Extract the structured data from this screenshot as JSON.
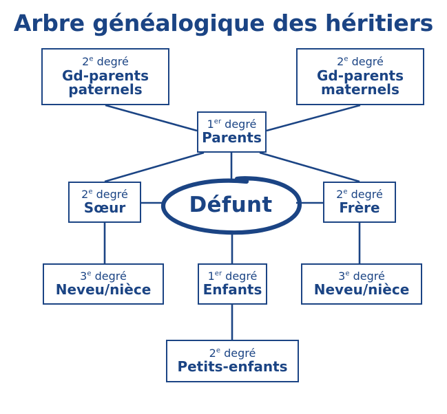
{
  "title": "Arbre généalogique des héritiers",
  "colors": {
    "accent": "#1B4484",
    "background": "#FFFFFF",
    "box_border": "#1B4484",
    "connector": "#1B4484"
  },
  "center": {
    "label": "Défunt",
    "shape": "hand-drawn-ellipse"
  },
  "nodes": {
    "gd_parents_paternels": {
      "degree": "2",
      "degree_suffix": "e",
      "degree_word": "degré",
      "label": "Gd-parents\npaternels"
    },
    "gd_parents_maternels": {
      "degree": "2",
      "degree_suffix": "e",
      "degree_word": "degré",
      "label": "Gd-parents\nmaternels"
    },
    "parents": {
      "degree": "1",
      "degree_suffix": "er",
      "degree_word": "degré",
      "label": "Parents"
    },
    "soeur": {
      "degree": "2",
      "degree_suffix": "e",
      "degree_word": "degré",
      "label": "Sœur"
    },
    "frere": {
      "degree": "2",
      "degree_suffix": "e",
      "degree_word": "degré",
      "label": "Frère"
    },
    "neveu_niece_left": {
      "degree": "3",
      "degree_suffix": "e",
      "degree_word": "degré",
      "label": "Neveu/nièce"
    },
    "enfants": {
      "degree": "1",
      "degree_suffix": "er",
      "degree_word": "degré",
      "label": "Enfants"
    },
    "neveu_niece_right": {
      "degree": "3",
      "degree_suffix": "e",
      "degree_word": "degré",
      "label": "Neveu/nièce"
    },
    "petits_enfants": {
      "degree": "2",
      "degree_suffix": "e",
      "degree_word": "degré",
      "label": "Petits-enfants"
    }
  }
}
